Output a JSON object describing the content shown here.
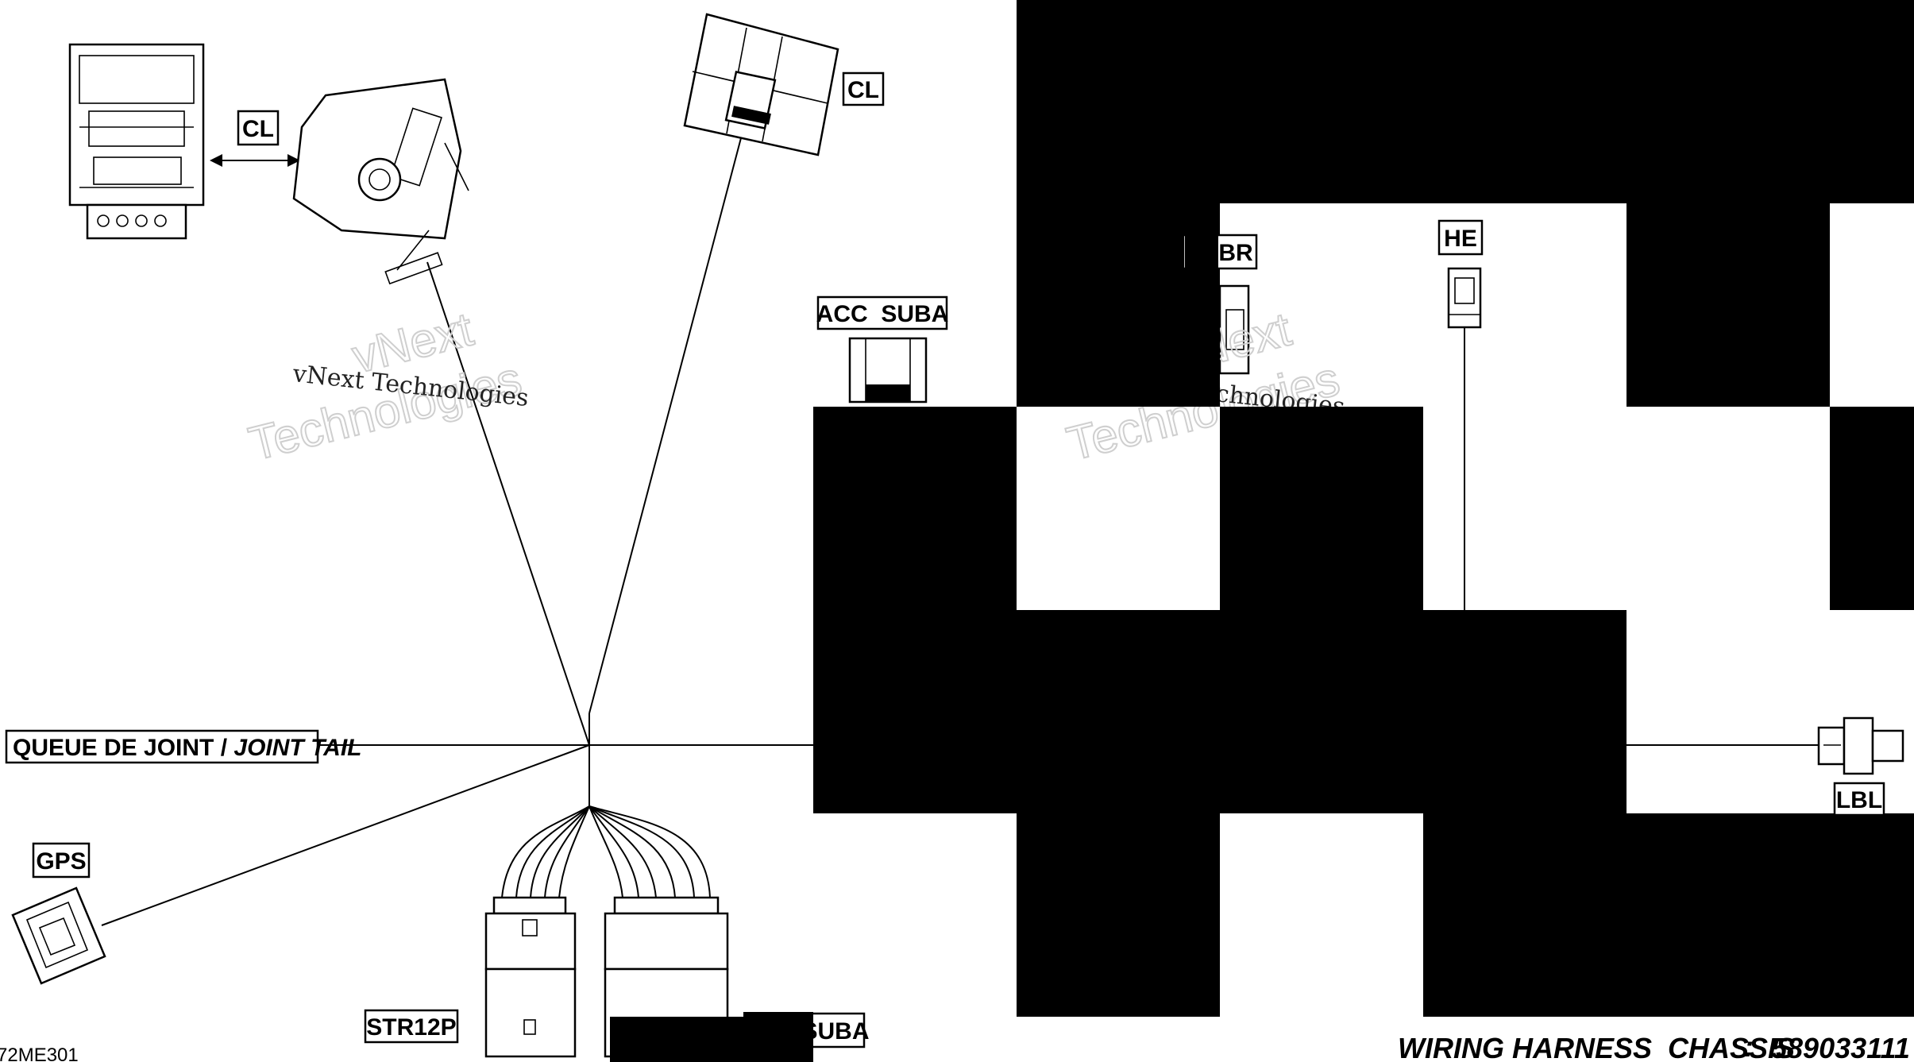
{
  "labels": {
    "cl_left": "CL",
    "cl_top": "CL",
    "acc_suba": "ACC  SUBA",
    "br": "BR",
    "he": "HE",
    "queue": "QUEUE DE JOINT / ",
    "joint_tail": "JOINT TAIL",
    "gps": "GPS",
    "str12p": "STR12P",
    "suba_bottom": "SUBA",
    "lbl": "LBL"
  },
  "watermark": {
    "line1": "vNext Technologies",
    "brand": "vNext",
    "brand2": "Technologies",
    "partial": "chnologies"
  },
  "footer": {
    "title": "WIRING HARNESS  CHASSIS",
    "separator": ":",
    "part_number": "589033111",
    "figure_code": "72ME301"
  },
  "colors": {
    "ink": "#000000",
    "paper": "#ffffff",
    "redaction": "#000000",
    "watermark": "#cfcfcf"
  }
}
